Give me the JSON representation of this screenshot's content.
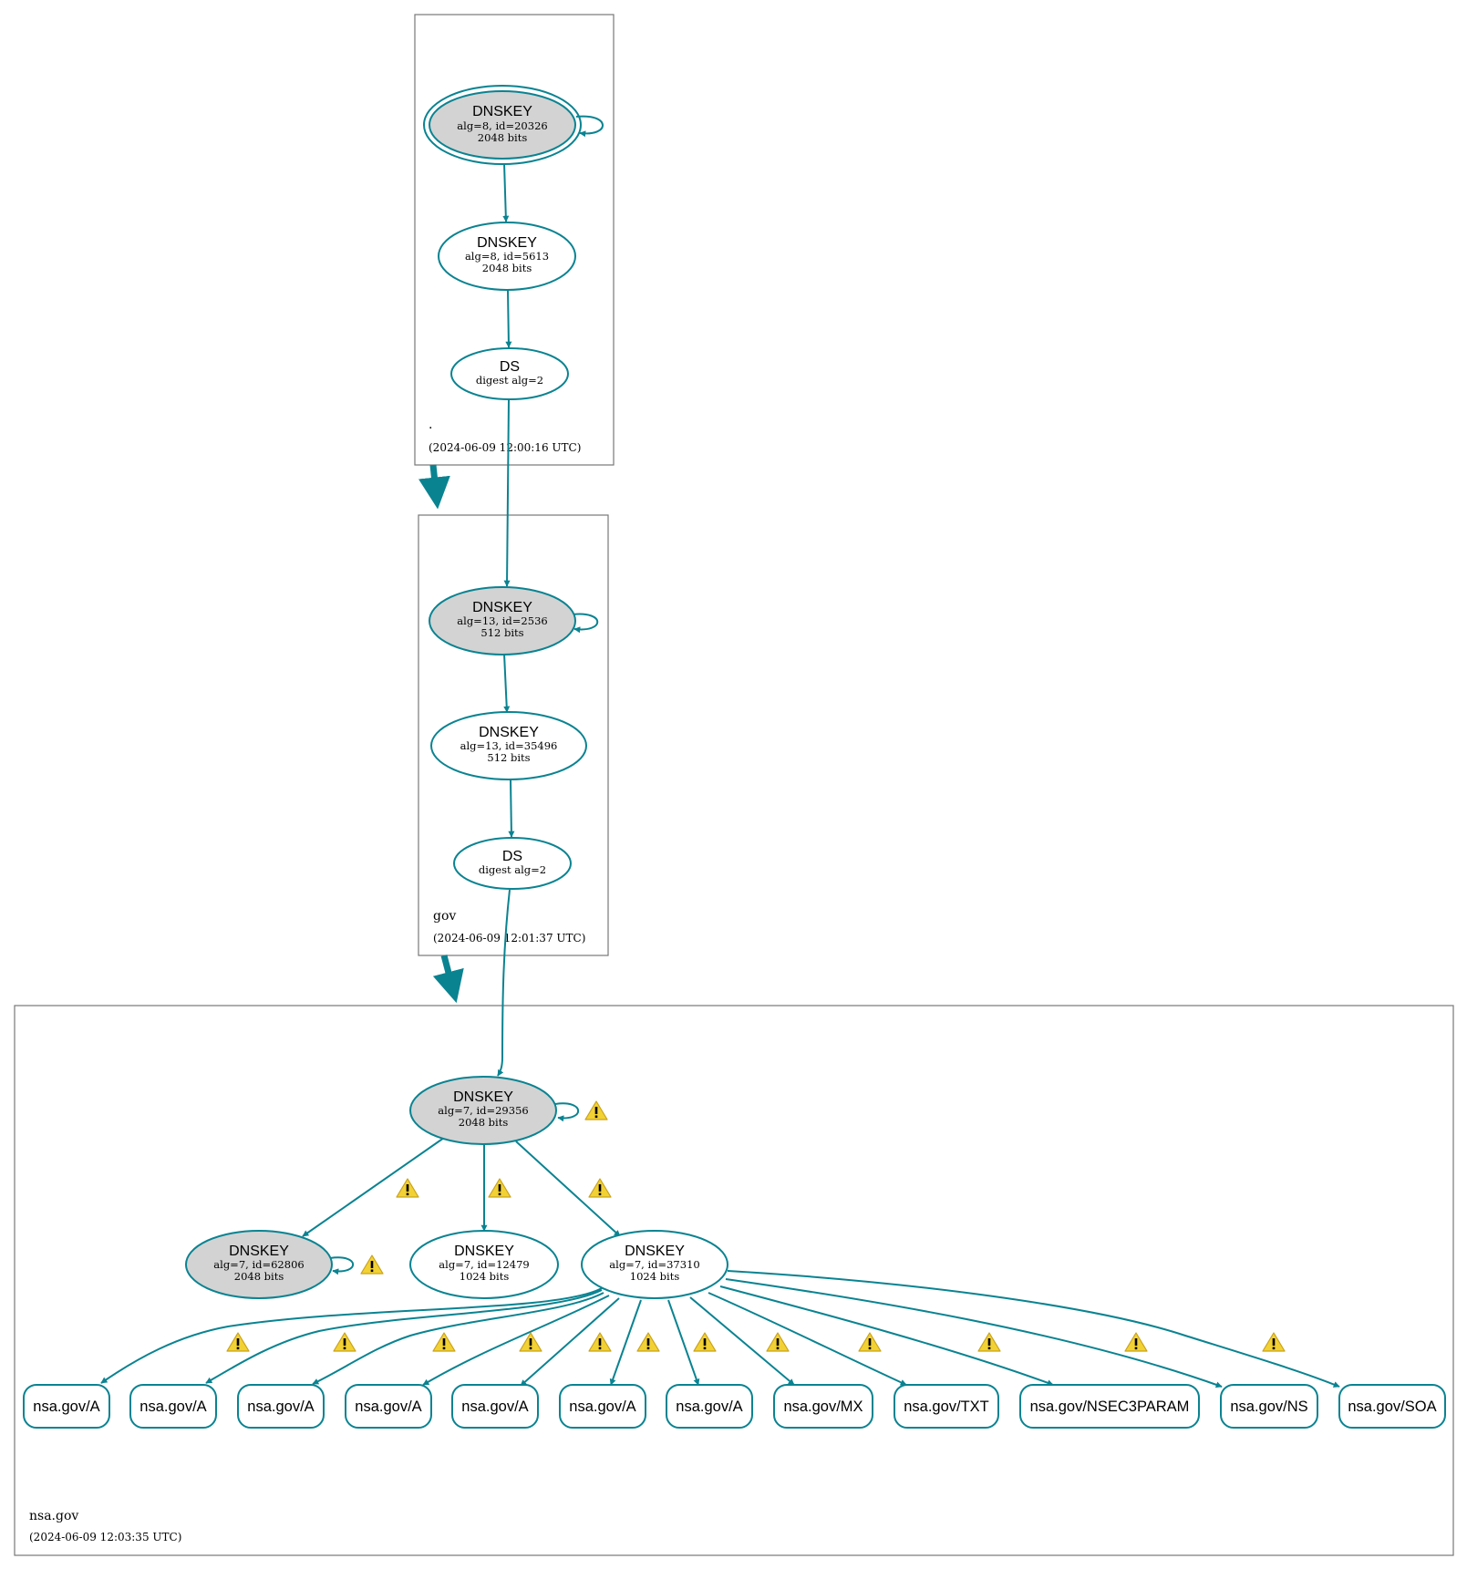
{
  "colors": {
    "edge": "#0a8391",
    "sep_fill": "#d3d3d3",
    "warning_fill": "#f2d135",
    "box_border": "#777777"
  },
  "zones": {
    "root": {
      "name": ".",
      "timestamp": "(2024-06-09 12:00:16 UTC)"
    },
    "gov": {
      "name": "gov",
      "timestamp": "(2024-06-09 12:01:37 UTC)"
    },
    "nsa": {
      "name": "nsa.gov",
      "timestamp": "(2024-06-09 12:03:35 UTC)"
    }
  },
  "nodes": {
    "root_ksk": {
      "title": "DNSKEY",
      "line1": "alg=8, id=20326",
      "line2": "2048 bits",
      "sep": true,
      "trust_anchor": true,
      "self_signed": true
    },
    "root_zsk": {
      "title": "DNSKEY",
      "line1": "alg=8, id=5613",
      "line2": "2048 bits"
    },
    "gov_ds": {
      "title": "DS",
      "line1": "digest alg=2"
    },
    "gov_ksk": {
      "title": "DNSKEY",
      "line1": "alg=13, id=2536",
      "line2": "512 bits",
      "sep": true,
      "self_signed": true
    },
    "gov_zsk": {
      "title": "DNSKEY",
      "line1": "alg=13, id=35496",
      "line2": "512 bits"
    },
    "nsa_ds": {
      "title": "DS",
      "line1": "digest alg=2"
    },
    "nsa_ksk": {
      "title": "DNSKEY",
      "line1": "alg=7, id=29356",
      "line2": "2048 bits",
      "sep": true,
      "self_signed": true,
      "warning": true
    },
    "nsa_ksk2": {
      "title": "DNSKEY",
      "line1": "alg=7, id=62806",
      "line2": "2048 bits",
      "sep": true,
      "self_signed": true,
      "warning": true
    },
    "nsa_key3": {
      "title": "DNSKEY",
      "line1": "alg=7, id=12479",
      "line2": "1024 bits"
    },
    "nsa_zsk": {
      "title": "DNSKEY",
      "line1": "alg=7, id=37310",
      "line2": "1024 bits"
    }
  },
  "rrsets": [
    {
      "label": "nsa.gov/A",
      "warning": true
    },
    {
      "label": "nsa.gov/A",
      "warning": true
    },
    {
      "label": "nsa.gov/A",
      "warning": true
    },
    {
      "label": "nsa.gov/A",
      "warning": true
    },
    {
      "label": "nsa.gov/A",
      "warning": true
    },
    {
      "label": "nsa.gov/A",
      "warning": true
    },
    {
      "label": "nsa.gov/A",
      "warning": true
    },
    {
      "label": "nsa.gov/MX",
      "warning": true
    },
    {
      "label": "nsa.gov/TXT",
      "warning": true
    },
    {
      "label": "nsa.gov/NSEC3PARAM",
      "warning": true
    },
    {
      "label": "nsa.gov/NS",
      "warning": true
    },
    {
      "label": "nsa.gov/SOA",
      "warning": true
    }
  ],
  "edges": [
    {
      "from": "root_ksk",
      "to": "root_zsk"
    },
    {
      "from": "root_zsk",
      "to": "gov_ds"
    },
    {
      "from": "gov_ds",
      "to": "gov_ksk"
    },
    {
      "from": "gov_ksk",
      "to": "gov_zsk"
    },
    {
      "from": "gov_zsk",
      "to": "nsa_ds"
    },
    {
      "from": "nsa_ds",
      "to": "nsa_ksk"
    },
    {
      "from": "nsa_ksk",
      "to": "nsa_ksk2",
      "warning": true
    },
    {
      "from": "nsa_ksk",
      "to": "nsa_key3",
      "warning": true
    },
    {
      "from": "nsa_ksk",
      "to": "nsa_zsk",
      "warning": true
    },
    {
      "from": "nsa_zsk",
      "to": "rrset-0"
    },
    {
      "from": "nsa_zsk",
      "to": "rrset-1"
    },
    {
      "from": "nsa_zsk",
      "to": "rrset-2"
    },
    {
      "from": "nsa_zsk",
      "to": "rrset-3"
    },
    {
      "from": "nsa_zsk",
      "to": "rrset-4"
    },
    {
      "from": "nsa_zsk",
      "to": "rrset-5"
    },
    {
      "from": "nsa_zsk",
      "to": "rrset-6"
    },
    {
      "from": "nsa_zsk",
      "to": "rrset-7"
    },
    {
      "from": "nsa_zsk",
      "to": "rrset-8"
    },
    {
      "from": "nsa_zsk",
      "to": "rrset-9"
    },
    {
      "from": "nsa_zsk",
      "to": "rrset-10"
    },
    {
      "from": "nsa_zsk",
      "to": "rrset-11"
    }
  ],
  "delegations": [
    {
      "from": "root",
      "to": "gov"
    },
    {
      "from": "gov",
      "to": "nsa"
    }
  ]
}
